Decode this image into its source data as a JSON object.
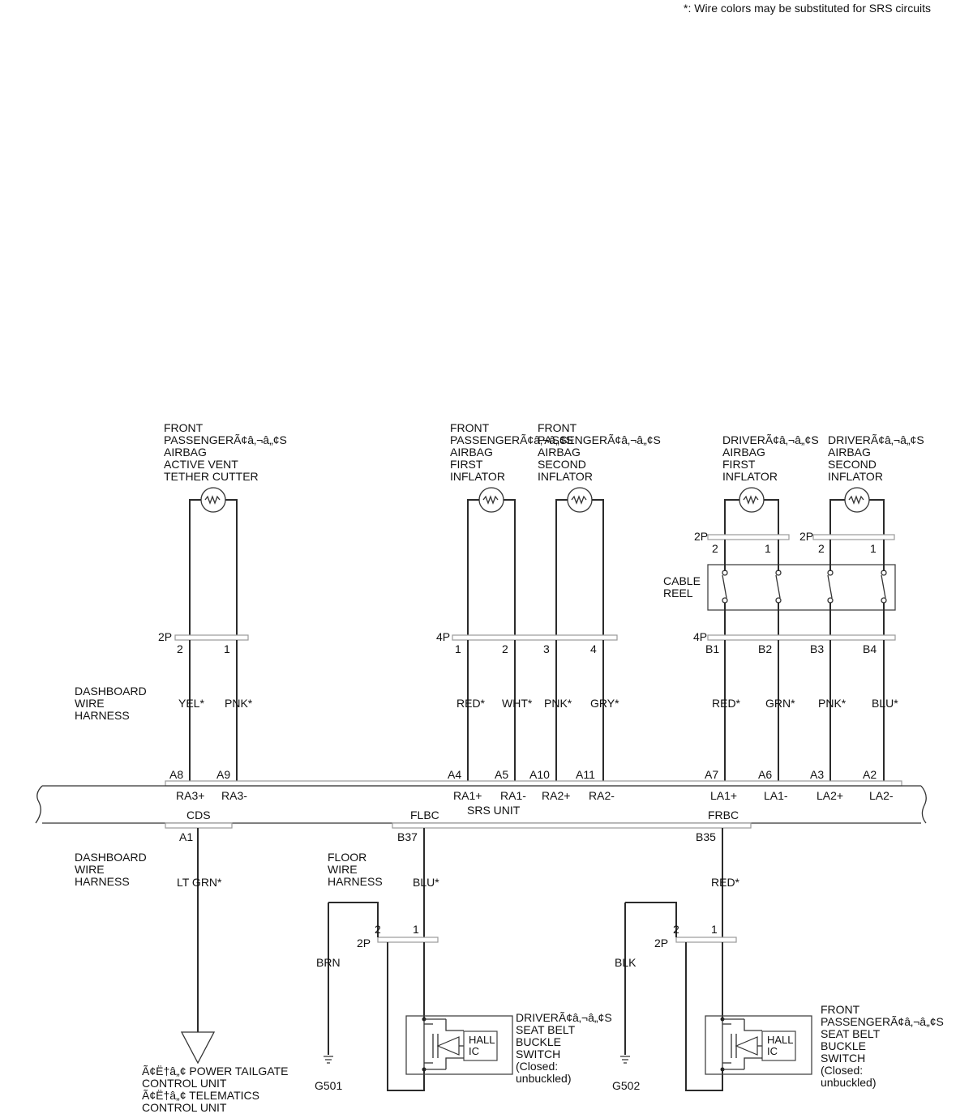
{
  "note": "*:  Wire colors may be substituted for SRS circuits",
  "components": {
    "fp_active_vent": "FRONT\nPASSENGERÃ¢â‚¬â„¢S\nAIRBAG\nACTIVE VENT\nTETHER CUTTER",
    "fp_first_inflator": "FRONT\nPASSENGERÃ¢â‚¬â„¢S\nAIRBAG\nFIRST\nINFLATOR",
    "fp_second_inflator": "FRONT\nPASSENGERÃ¢â‚¬â„¢S\nAIRBAG\nSECOND\nINFLATOR",
    "drv_first_inflator": "DRIVERÃ¢â‚¬â„¢S\nAIRBAG\nFIRST\nINFLATOR",
    "drv_second_inflator": "DRIVERÃ¢â‚¬â„¢S\nAIRBAG\nSECOND\nINFLATOR",
    "cable_reel": "CABLE\nREEL",
    "srs_unit": "SRS UNIT",
    "drv_buckle_switch": "DRIVERÃ¢â‚¬â„¢S\nSEAT BELT\nBUCKLE\nSWITCH\n(Closed:\nunbuckled)",
    "fp_buckle_switch": "FRONT\nPASSENGERÃ¢â‚¬â„¢S\nSEAT BELT\nBUCKLE\nSWITCH\n(Closed:\nunbuckled)",
    "tailgate_telematics": "Ã¢Ë†â„¢ POWER TAILGATE\nCONTROL UNIT\nÃ¢Ë†â„¢ TELEMATICS\nCONTROL UNIT",
    "hall_ic": "HALL\nIC"
  },
  "harnesses": {
    "dash_upper": "DASHBOARD\nWIRE\nHARNESS",
    "dash_lower": "DASHBOARD\nWIRE\nHARNESS",
    "floor": "FLOOR\nWIRE\nHARNESS"
  },
  "connectors": {
    "c2p": "2P",
    "c4p": "4P",
    "pin_1": "1",
    "pin_2": "2",
    "pin_3": "3",
    "pin_4": "4",
    "pin_b1": "B1",
    "pin_b2": "B2",
    "pin_b3": "B3",
    "pin_b4": "B4"
  },
  "wire_colors": {
    "yel": "YEL*",
    "pnk": "PNK*",
    "red": "RED*",
    "wht": "WHT*",
    "gry": "GRY*",
    "grn": "GRN*",
    "blu": "BLU*",
    "lt_grn": "LT GRN*",
    "brn": "BRN",
    "blk": "BLK"
  },
  "srs_pins": {
    "a8": "A8",
    "a9": "A9",
    "a4": "A4",
    "a5": "A5",
    "a10": "A10",
    "a11": "A11",
    "a7": "A7",
    "a6": "A6",
    "a3": "A3",
    "a2": "A2",
    "a1": "A1",
    "b37": "B37",
    "b35": "B35"
  },
  "srs_terminals": {
    "ra3p": "RA3+",
    "ra3m": "RA3-",
    "ra1p": "RA1+",
    "ra1m": "RA1-",
    "ra2p": "RA2+",
    "ra2m": "RA2-",
    "la1p": "LA1+",
    "la1m": "LA1-",
    "la2p": "LA2+",
    "la2m": "LA2-",
    "cds": "CDS",
    "flbc": "FLBC",
    "frbc": "FRBC"
  },
  "grounds": {
    "g501": "G501",
    "g502": "G502"
  }
}
